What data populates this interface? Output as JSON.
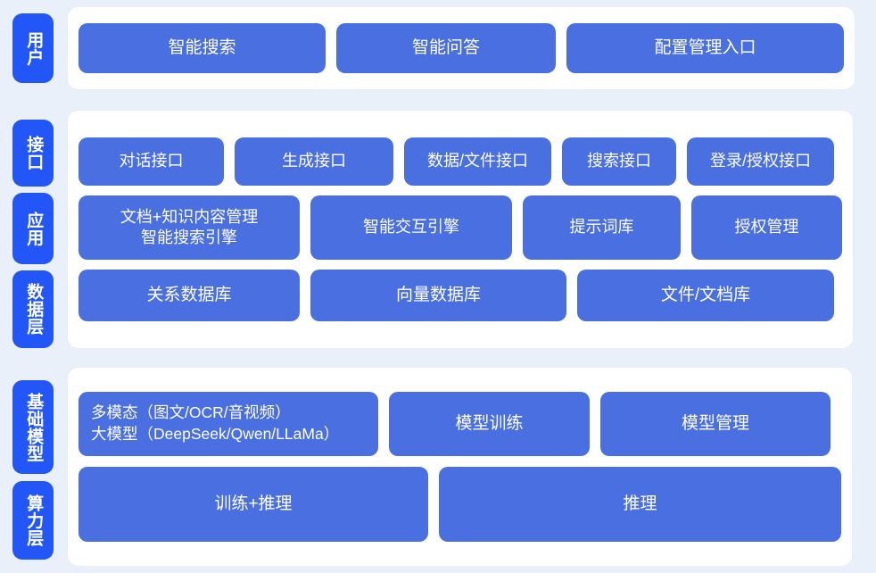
{
  "colors": {
    "page_background": "#eaf0f9",
    "panel_background": "#ffffff",
    "card_blue": "#4a6fe0",
    "label_blue": "#2356f6",
    "text_white": "#ffffff"
  },
  "bands": {
    "user": {
      "label": "用户",
      "cards": [
        {
          "label": "智能搜索"
        },
        {
          "label": "智能问答"
        },
        {
          "label": "配置管理入口"
        }
      ]
    },
    "interface": {
      "label": "接口",
      "cards": [
        {
          "label": "对话接口"
        },
        {
          "label": "生成接口"
        },
        {
          "label": "数据/文件接口"
        },
        {
          "label": "搜索接口"
        },
        {
          "label": "登录/授权接口"
        }
      ]
    },
    "application": {
      "label": "应用",
      "cards": [
        {
          "label": "文档+知识内容管理\n智能搜索引擎"
        },
        {
          "label": "智能交互引擎"
        },
        {
          "label": "提示词库"
        },
        {
          "label": "授权管理"
        }
      ]
    },
    "data": {
      "label": "数据层",
      "cards": [
        {
          "label": "关系数据库"
        },
        {
          "label": "向量数据库"
        },
        {
          "label": "文件/文档库"
        }
      ]
    },
    "foundation_model": {
      "label": "基础模型",
      "cards": [
        {
          "label": "多模态（图文/OCR/音视频）\n大模型（DeepSeek/Qwen/LLaMa）"
        },
        {
          "label": "模型训练"
        },
        {
          "label": "模型管理"
        }
      ]
    },
    "compute": {
      "label": "算力层",
      "cards": [
        {
          "label": "训练+推理"
        },
        {
          "label": "推理"
        }
      ]
    }
  }
}
